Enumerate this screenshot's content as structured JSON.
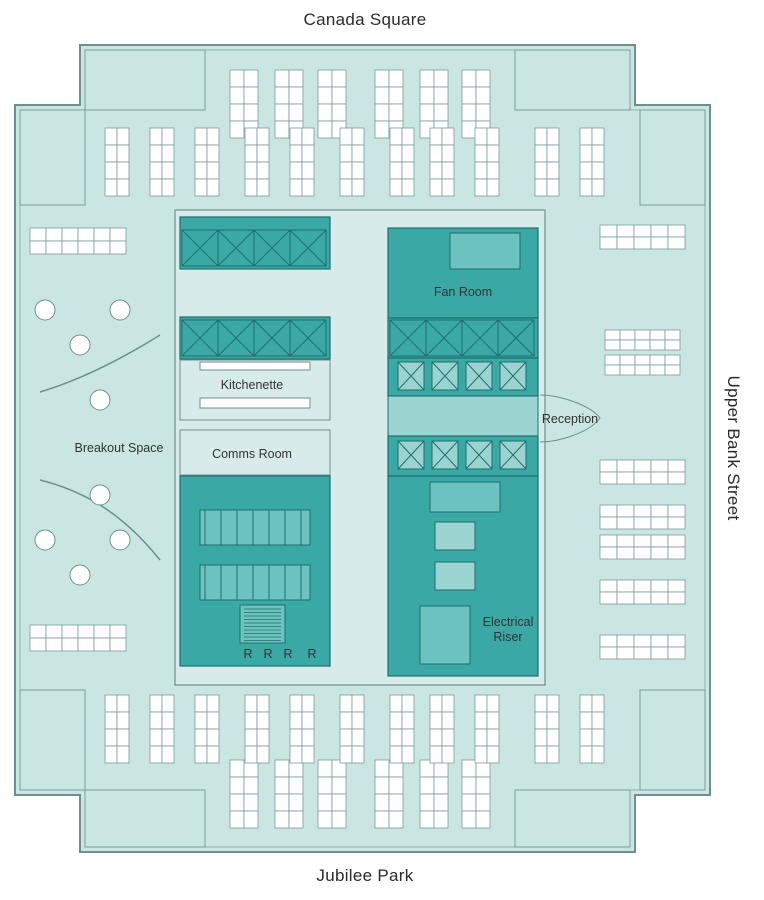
{
  "streets": {
    "north": "Canada Square",
    "south": "Jubilee Park",
    "east": "Upper Bank Street"
  },
  "rooms": {
    "fan_room": "Fan Room",
    "kitchenette": "Kitchenette",
    "reception": "Reception",
    "breakout": "Breakout Space",
    "comms": "Comms Room",
    "electrical_line1": "Electrical",
    "electrical_line2": "Riser",
    "toilet_marker": "R"
  },
  "colors": {
    "floor": "#c9e6e3",
    "core_dark": "#3aa9a6",
    "core_mid": "#6cc2bf",
    "corridor": "#d7ecea",
    "outline": "#6f8f8e",
    "furniture": "#ffffff"
  }
}
